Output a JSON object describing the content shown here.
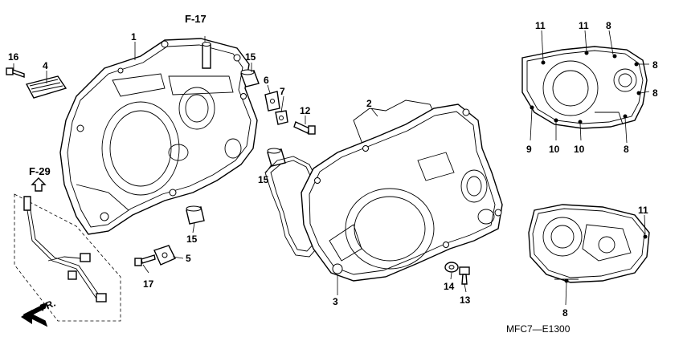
{
  "callouts": {
    "c1": "1",
    "c2": "2",
    "c3": "3",
    "c4": "4",
    "c5": "5",
    "c6": "6",
    "c7": "7",
    "c8": "8",
    "c9": "9",
    "c10": "10",
    "c11": "11",
    "c12": "12",
    "c13": "13",
    "c14": "14",
    "c15": "15",
    "c16": "16",
    "c17": "17"
  },
  "references": {
    "f17": "F-17",
    "f29": "F-29",
    "front": "FR."
  },
  "diagram_code": "MFC7—E1300",
  "colors": {
    "ink": "#000000",
    "paper": "#ffffff"
  }
}
